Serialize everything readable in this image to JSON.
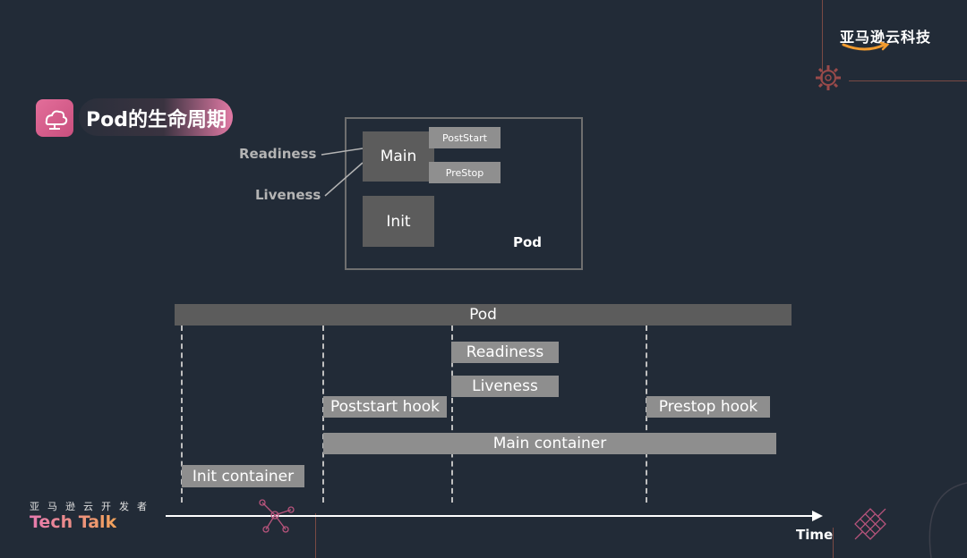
{
  "header": {
    "brand": "亚马逊云科技",
    "title": "Pod的生命周期"
  },
  "pod_diagram": {
    "probe_readiness": "Readiness",
    "probe_liveness": "Liveness",
    "main": "Main",
    "poststart": "PostStart",
    "prestop": "PreStop",
    "init": "Init",
    "pod": "Pod"
  },
  "timeline": {
    "pod": "Pod",
    "readiness": "Readiness",
    "liveness": "Liveness",
    "poststart_hook": "Poststart hook",
    "prestop_hook": "Prestop hook",
    "main_container": "Main container",
    "init_container": "Init container",
    "time_label": "Time"
  },
  "footer": {
    "developer": "亚马逊云开发者",
    "tech_talk": "Tech Talk"
  },
  "colors": {
    "background": "#222b37",
    "bar": "#8e8e8e",
    "pod_bar": "#5c5c5c",
    "accent_pink": "#e36e9a",
    "accent_orange": "#f2a35a"
  }
}
